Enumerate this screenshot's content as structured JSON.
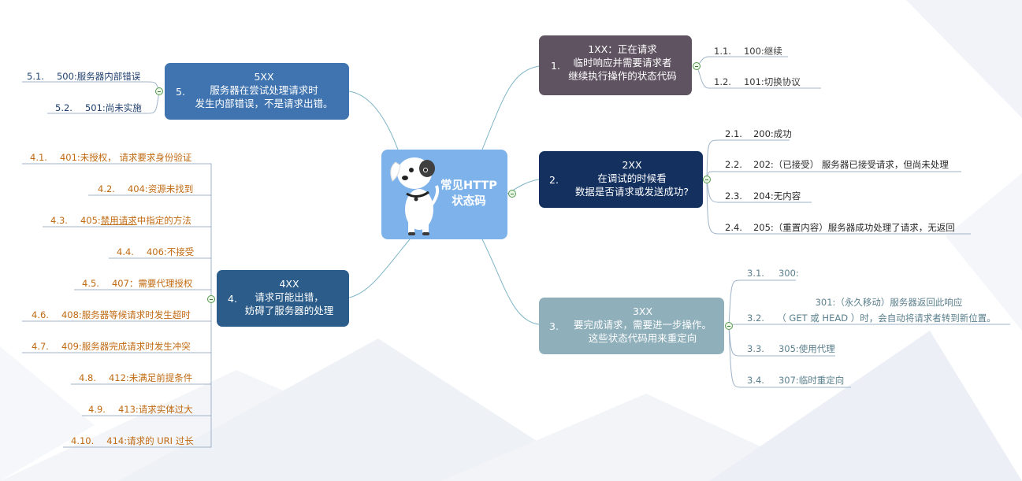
{
  "center": {
    "title_line1": "常见HTTP",
    "title_line2": "状态码",
    "icon": "dog-icon",
    "color": "#7eb2ea"
  },
  "branches": [
    {
      "id": "b1",
      "num": "1.",
      "lines": [
        "1XX：正在请求",
        "临时响应并需要请求者",
        "继续执行操作的状态代码"
      ],
      "color": "#5f5361",
      "leaf_color": "#3a3a3a",
      "leaves": [
        {
          "num": "1.1.",
          "text": "100:继续"
        },
        {
          "num": "1.2.",
          "text": "101:切换协议"
        }
      ]
    },
    {
      "id": "b2",
      "num": "2.",
      "lines": [
        "2XX",
        "在调试的时候看",
        "数据是否请求或发送成功?"
      ],
      "color": "#13305f",
      "leaf_color": "#2a2a2a",
      "leaves": [
        {
          "num": "2.1.",
          "text": "200:成功"
        },
        {
          "num": "2.2.",
          "text": "202:（已接受） 服务器已接受请求，但尚未处理"
        },
        {
          "num": "2.3.",
          "text": "204:无内容"
        },
        {
          "num": "2.4.",
          "text": "205:（重置内容）服务器成功处理了请求，无返回"
        }
      ]
    },
    {
      "id": "b3",
      "num": "3.",
      "lines": [
        "3XX",
        "要完成请求，需要进一步操作。",
        "这些状态代码用来重定向"
      ],
      "color": "#8fafbb",
      "leaf_color": "#5a7f8c",
      "leaves": [
        {
          "num": "3.1.",
          "text": "300:"
        },
        {
          "num": "3.2.",
          "text": "301:（永久移动）服务器返回此响应",
          "text2": "（ GET 或 HEAD ）时，会自动将请求者转到新位置。"
        },
        {
          "num": "3.3.",
          "text": "305:使用代理"
        },
        {
          "num": "3.4.",
          "text": "307:临时重定向"
        }
      ]
    },
    {
      "id": "b4",
      "num": "4.",
      "lines": [
        "4XX",
        "请求可能出错，",
        "妨碍了服务器的处理"
      ],
      "color": "#2c5d8a",
      "leaf_color": "#c06a12",
      "leaves": [
        {
          "num": "4.1.",
          "text": "401:未授权， 请求要求身份验证"
        },
        {
          "num": "4.2.",
          "text": "404:资源未找到"
        },
        {
          "num": "4.3.",
          "text_pre": "405:",
          "text_u": "禁用请求",
          "text_post": "中指定的方法"
        },
        {
          "num": "4.4.",
          "text": "406:不接受"
        },
        {
          "num": "4.5.",
          "text": "407：需要代理授权"
        },
        {
          "num": "4.6.",
          "text": "408:服务器等候请求时发生超时"
        },
        {
          "num": "4.7.",
          "text": "409:服务器完成请求时发生冲突"
        },
        {
          "num": "4.8.",
          "text": "412:未满足前提条件"
        },
        {
          "num": "4.9.",
          "text": "413:请求实体过大"
        },
        {
          "num": "4.10.",
          "text": "414:请求的 URI 过长"
        }
      ]
    },
    {
      "id": "b5",
      "num": "5.",
      "lines": [
        "5XX",
        "服务器在尝试处理请求时",
        "发生内部错误，不是请求出错。"
      ],
      "color": "#3f74b0",
      "leaf_color": "#1f3f6e",
      "leaves": [
        {
          "num": "5.1.",
          "text": "500:服务器内部错误"
        },
        {
          "num": "5.2.",
          "text": "501:尚未实施"
        }
      ]
    }
  ]
}
